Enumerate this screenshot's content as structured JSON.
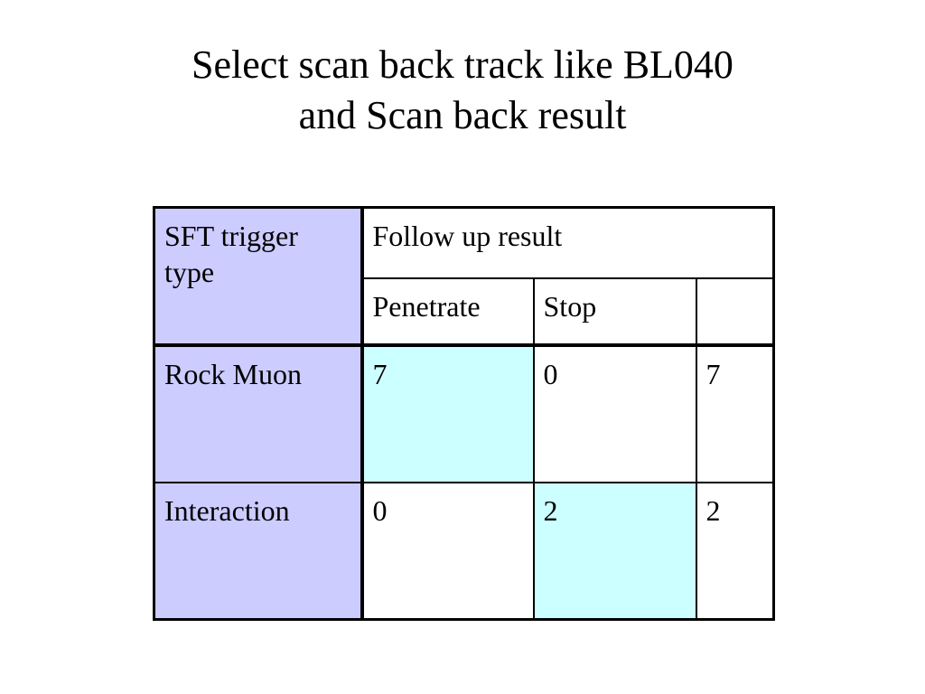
{
  "slide": {
    "title_line1": "Select scan back track like BL040",
    "title_line2": "and Scan back result"
  },
  "table": {
    "header_row_label": "SFT trigger type",
    "group_header": "Follow up result",
    "sub_headers": [
      "Penetrate",
      "Stop",
      ""
    ],
    "rows": [
      {
        "label": "Rock Muon",
        "values": [
          "7",
          "0",
          "7"
        ]
      },
      {
        "label": "Interaction",
        "values": [
          "0",
          "2",
          "2"
        ]
      }
    ]
  },
  "colors": {
    "label_column": "#ccccff",
    "diagonal_highlight": "#ccffff",
    "background": "#ffffff"
  }
}
